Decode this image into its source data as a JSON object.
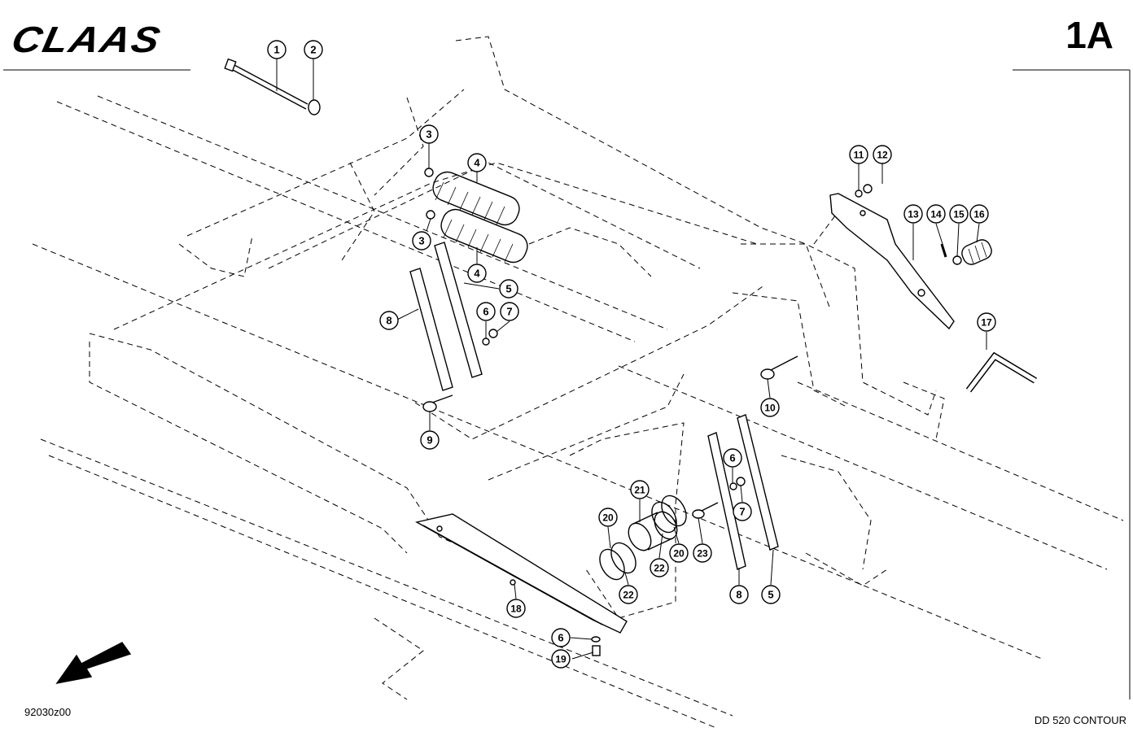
{
  "header": {
    "brand": "CLAAS",
    "page_id": "1A"
  },
  "footer": {
    "drawing_number": "92030z00",
    "model": "DD 520 CONTOUR"
  },
  "callouts": [
    {
      "label": "1"
    },
    {
      "label": "2"
    },
    {
      "label": "3"
    },
    {
      "label": "4"
    },
    {
      "label": "3"
    },
    {
      "label": "4"
    },
    {
      "label": "5"
    },
    {
      "label": "8"
    },
    {
      "label": "6"
    },
    {
      "label": "7"
    },
    {
      "label": "9"
    },
    {
      "label": "11"
    },
    {
      "label": "12"
    },
    {
      "label": "13"
    },
    {
      "label": "14"
    },
    {
      "label": "15"
    },
    {
      "label": "16"
    },
    {
      "label": "17"
    },
    {
      "label": "10"
    },
    {
      "label": "6"
    },
    {
      "label": "7"
    },
    {
      "label": "21"
    },
    {
      "label": "20"
    },
    {
      "label": "20"
    },
    {
      "label": "22"
    },
    {
      "label": "23"
    },
    {
      "label": "22"
    },
    {
      "label": "8"
    },
    {
      "label": "5"
    },
    {
      "label": "18"
    },
    {
      "label": "6"
    },
    {
      "label": "19"
    }
  ]
}
